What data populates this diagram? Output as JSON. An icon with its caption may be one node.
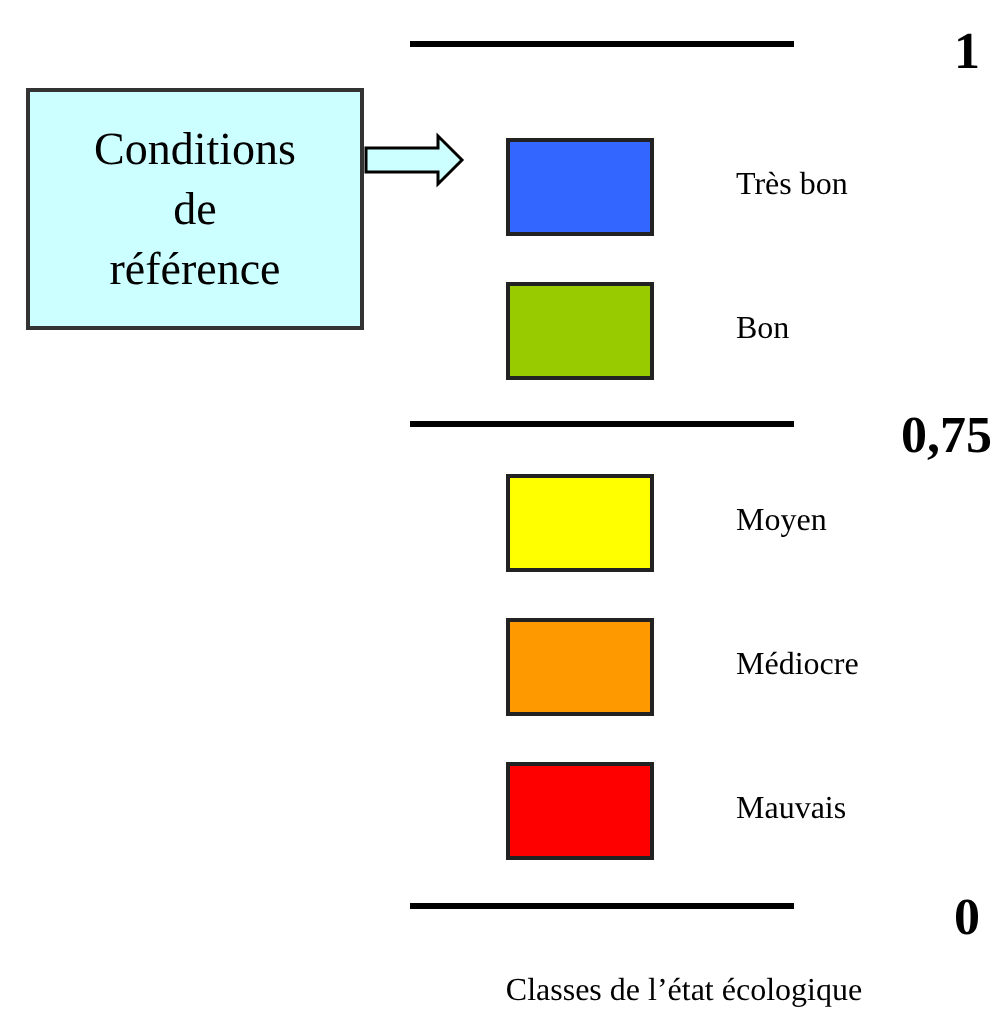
{
  "diagram": {
    "caption": "Classes de l’état écologique",
    "nodes": [
      {
        "text": [
          "Conditions de référence"
        ]
      },
      {
        "text": [],
        "shape": "box"
      }
    ],
    "edges": [
      {
        "from": 0,
        "to": 1,
        "arrow": "to",
        "style": "thick"
      }
    ],
    "labels": [
      "1",
      "0,75",
      "0"
    ],
    "legend": [
      {
        "text": "Très bon",
        "color": "#3366ff"
      },
      {
        "text": "Bon",
        "color": "#99cc00"
      },
      {
        "text": "Moyen",
        "color": "#ffff00"
      },
      {
        "text": "Médiocre",
        "color": "#ff9900"
      },
      {
        "text": "Mauvais",
        "color": "#ff0000"
      }
    ]
  }
}
